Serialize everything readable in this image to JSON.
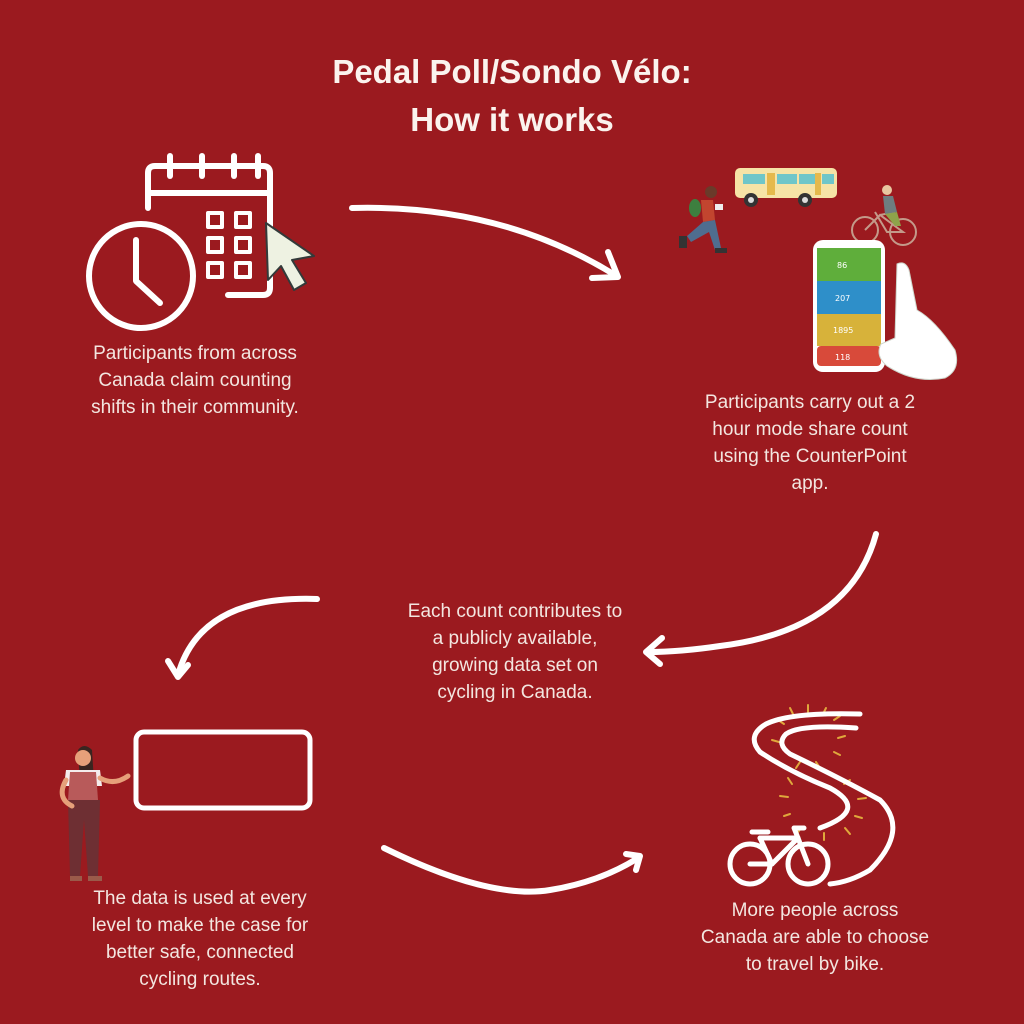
{
  "title": {
    "line1": "Pedal Poll/Sondo Vélo:",
    "line2": "How it works"
  },
  "colors": {
    "background": "#9b1a1f",
    "text": "#f3e6e0",
    "arrow": "#ffffff",
    "phone_green": "#5fae3b",
    "phone_blue": "#2e8fc9",
    "phone_yellow": "#d7b23a",
    "phone_red": "#d84a3a",
    "bus": "#f6e3a6"
  },
  "steps": [
    {
      "id": 1,
      "icon": "calendar-clock-cursor-icon",
      "lines": [
        "Participants from across",
        "Canada claim counting",
        "shifts in their community."
      ]
    },
    {
      "id": 2,
      "icon": "phone-counter-app-icon",
      "lines": [
        "Participants carry out a 2",
        "hour mode share count",
        "using the CounterPoint",
        "app."
      ],
      "phone_counts": [
        "86",
        "207",
        "1895",
        "118"
      ]
    },
    {
      "id": 3,
      "icon": "",
      "lines": [
        "Each count contributes to",
        "a publicly available,",
        "growing data set on",
        "cycling in Canada."
      ]
    },
    {
      "id": 4,
      "icon": "presenter-with-board-icon",
      "lines": [
        "The data is used at every",
        "level to make the case for",
        "better safe, connected",
        "cycling routes."
      ]
    },
    {
      "id": 5,
      "icon": "bike-winding-road-icon",
      "lines": [
        "More people across",
        "Canada are able to choose",
        "to travel by bike."
      ]
    }
  ]
}
